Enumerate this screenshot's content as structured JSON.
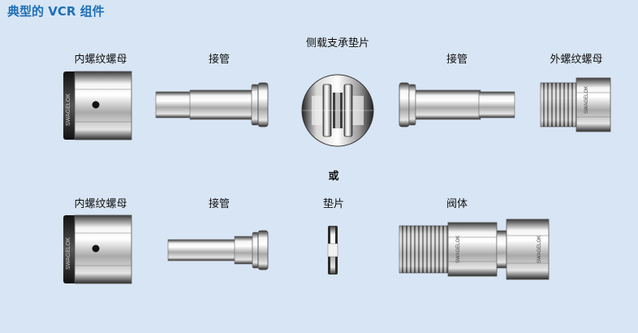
{
  "title": "典型的 VCR 组件",
  "separator": "或",
  "brand": "SWAGELOK",
  "row1": {
    "female_nut": "内螺纹螺母",
    "gland_left": "接管",
    "retainer_gasket": "侧载支承垫片",
    "gland_right": "接管",
    "male_nut": "外螺纹螺母"
  },
  "row2": {
    "female_nut": "内螺纹螺母",
    "gland": "接管",
    "gasket": "垫片",
    "body": "阀体"
  },
  "colors": {
    "background": "#d8e5f4",
    "title": "#1e6fb8"
  }
}
